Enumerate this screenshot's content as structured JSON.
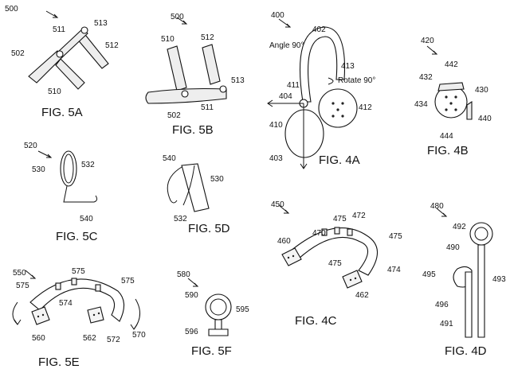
{
  "figures": {
    "fig5a": {
      "caption": "FIG. 5A",
      "refs": [
        "500",
        "511",
        "513",
        "502",
        "512",
        "510"
      ]
    },
    "fig5b": {
      "caption": "FIG. 5B",
      "refs": [
        "500",
        "510",
        "512",
        "513",
        "502",
        "511"
      ]
    },
    "fig4a": {
      "caption": "FIG. 4A",
      "refs": [
        "400",
        "402",
        "404",
        "411",
        "413",
        "412",
        "410",
        "403"
      ],
      "annotations": {
        "angle": "Angle 90°",
        "rotate": "Rotate 90°"
      }
    },
    "fig4b": {
      "caption": "FIG. 4B",
      "refs": [
        "420",
        "442",
        "432",
        "430",
        "434",
        "440",
        "444"
      ]
    },
    "fig5c": {
      "caption": "FIG. 5C",
      "refs": [
        "520",
        "530",
        "532",
        "540"
      ]
    },
    "fig5d": {
      "caption": "FIG. 5D",
      "refs": [
        "540",
        "530",
        "532"
      ]
    },
    "fig4c": {
      "caption": "FIG. 4C",
      "refs": [
        "450",
        "475",
        "472",
        "470",
        "460",
        "475",
        "475",
        "474",
        "462"
      ]
    },
    "fig4d": {
      "caption": "FIG. 4D",
      "refs": [
        "480",
        "492",
        "490",
        "495",
        "493",
        "496",
        "491"
      ]
    },
    "fig5e": {
      "caption": "FIG. 5E",
      "refs": [
        "550",
        "575",
        "575",
        "575",
        "574",
        "560",
        "562",
        "572",
        "570"
      ]
    },
    "fig5f": {
      "caption": "FIG. 5F",
      "refs": [
        "580",
        "590",
        "595",
        "596"
      ]
    }
  }
}
